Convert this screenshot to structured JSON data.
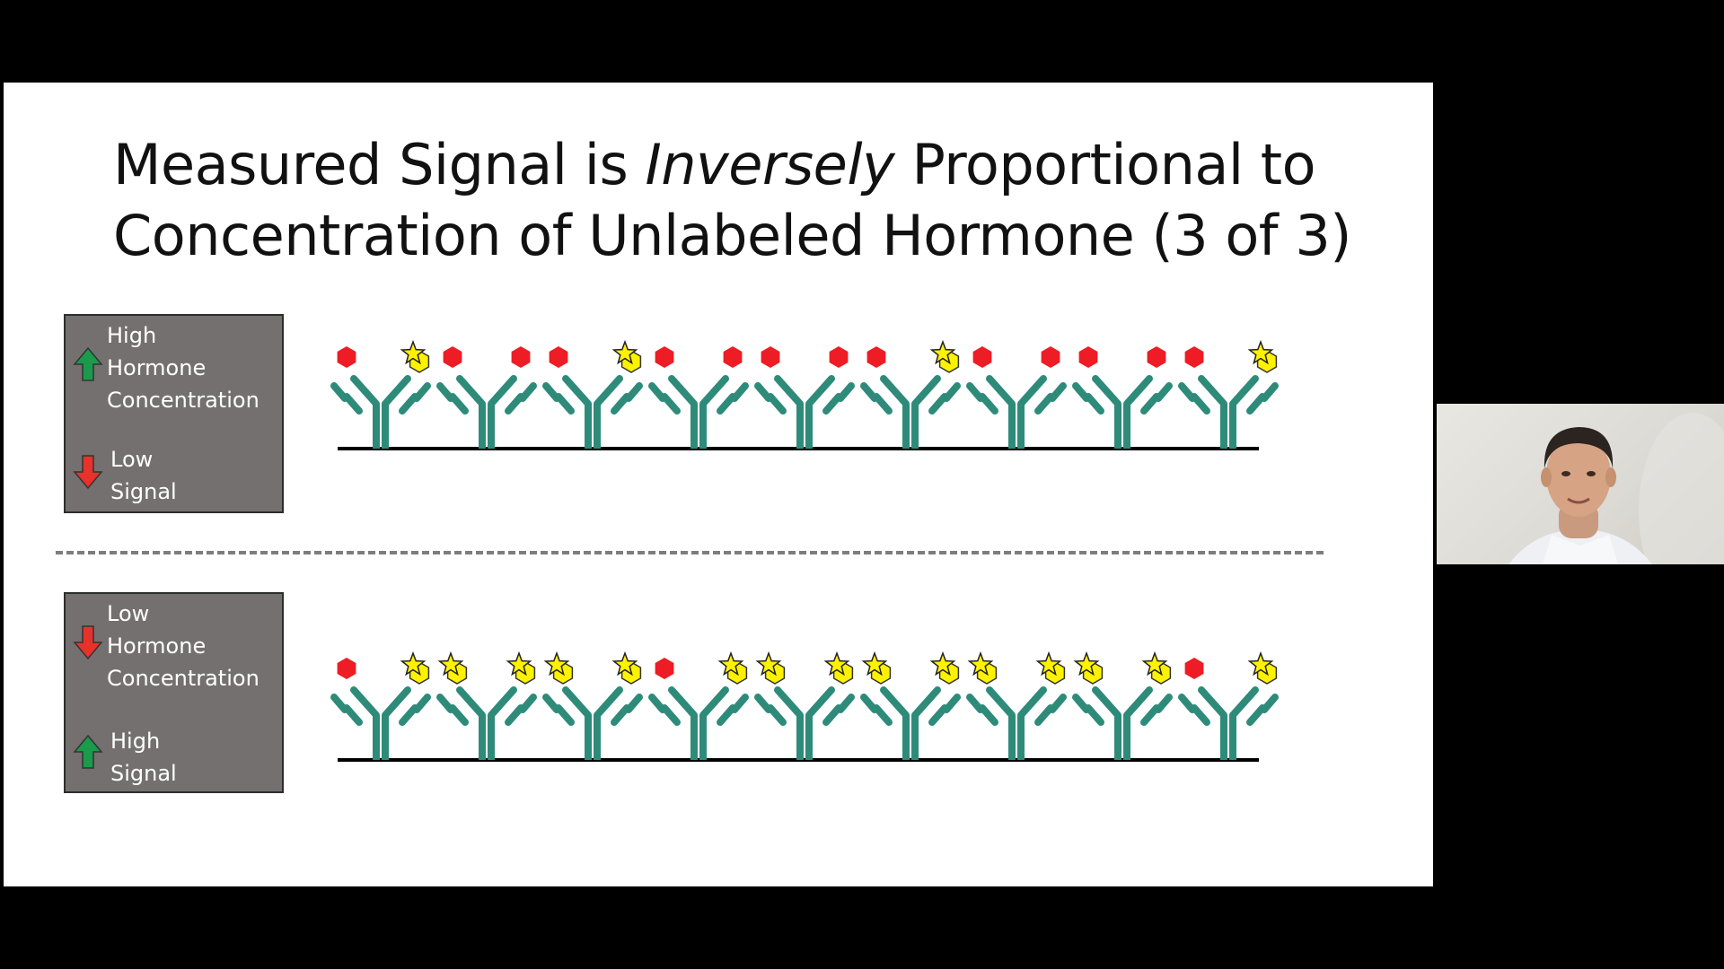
{
  "slide": {
    "title_part1": "Measured Signal is ",
    "title_italic": "Inversely",
    "title_part2": " Proportional to",
    "title_line2": "Concentration of Unlabeled Hormone (3 of 3)"
  },
  "legend_top": {
    "hormone_label": "High\nHormone\nConcentration",
    "signal_label": "Low\nSignal",
    "hormone_arrow": "up-arrow",
    "signal_arrow": "down-arrow"
  },
  "legend_bottom": {
    "hormone_label": "Low\nHormone\nConcentration",
    "signal_label": "High\nSignal",
    "hormone_arrow": "down-arrow",
    "signal_arrow": "up-arrow"
  },
  "colors": {
    "antibody": "#2e8b7a",
    "unlabeled_hormone": "#ee1c24",
    "labeled_hormone": "#fff200",
    "legend_bg": "#757070",
    "arrow_up": "#1a9b4b",
    "arrow_down": "#e8312a"
  },
  "rows": [
    {
      "name": "high-hormone-row",
      "antibodies": [
        [
          "red",
          "yellow"
        ],
        [
          "red",
          "red"
        ],
        [
          "red",
          "yellow"
        ],
        [
          "red",
          "red"
        ],
        [
          "red",
          "red"
        ],
        [
          "red",
          "yellow"
        ],
        [
          "red",
          "red"
        ],
        [
          "red",
          "red"
        ],
        [
          "red",
          "yellow"
        ]
      ]
    },
    {
      "name": "low-hormone-row",
      "antibodies": [
        [
          "red",
          "yellow"
        ],
        [
          "yellow",
          "yellow"
        ],
        [
          "yellow",
          "yellow"
        ],
        [
          "red",
          "yellow"
        ],
        [
          "yellow",
          "yellow"
        ],
        [
          "yellow",
          "yellow"
        ],
        [
          "yellow",
          "yellow"
        ],
        [
          "yellow",
          "yellow"
        ],
        [
          "red",
          "yellow"
        ]
      ]
    }
  ],
  "webcam": {
    "subject": "presenter-video"
  }
}
